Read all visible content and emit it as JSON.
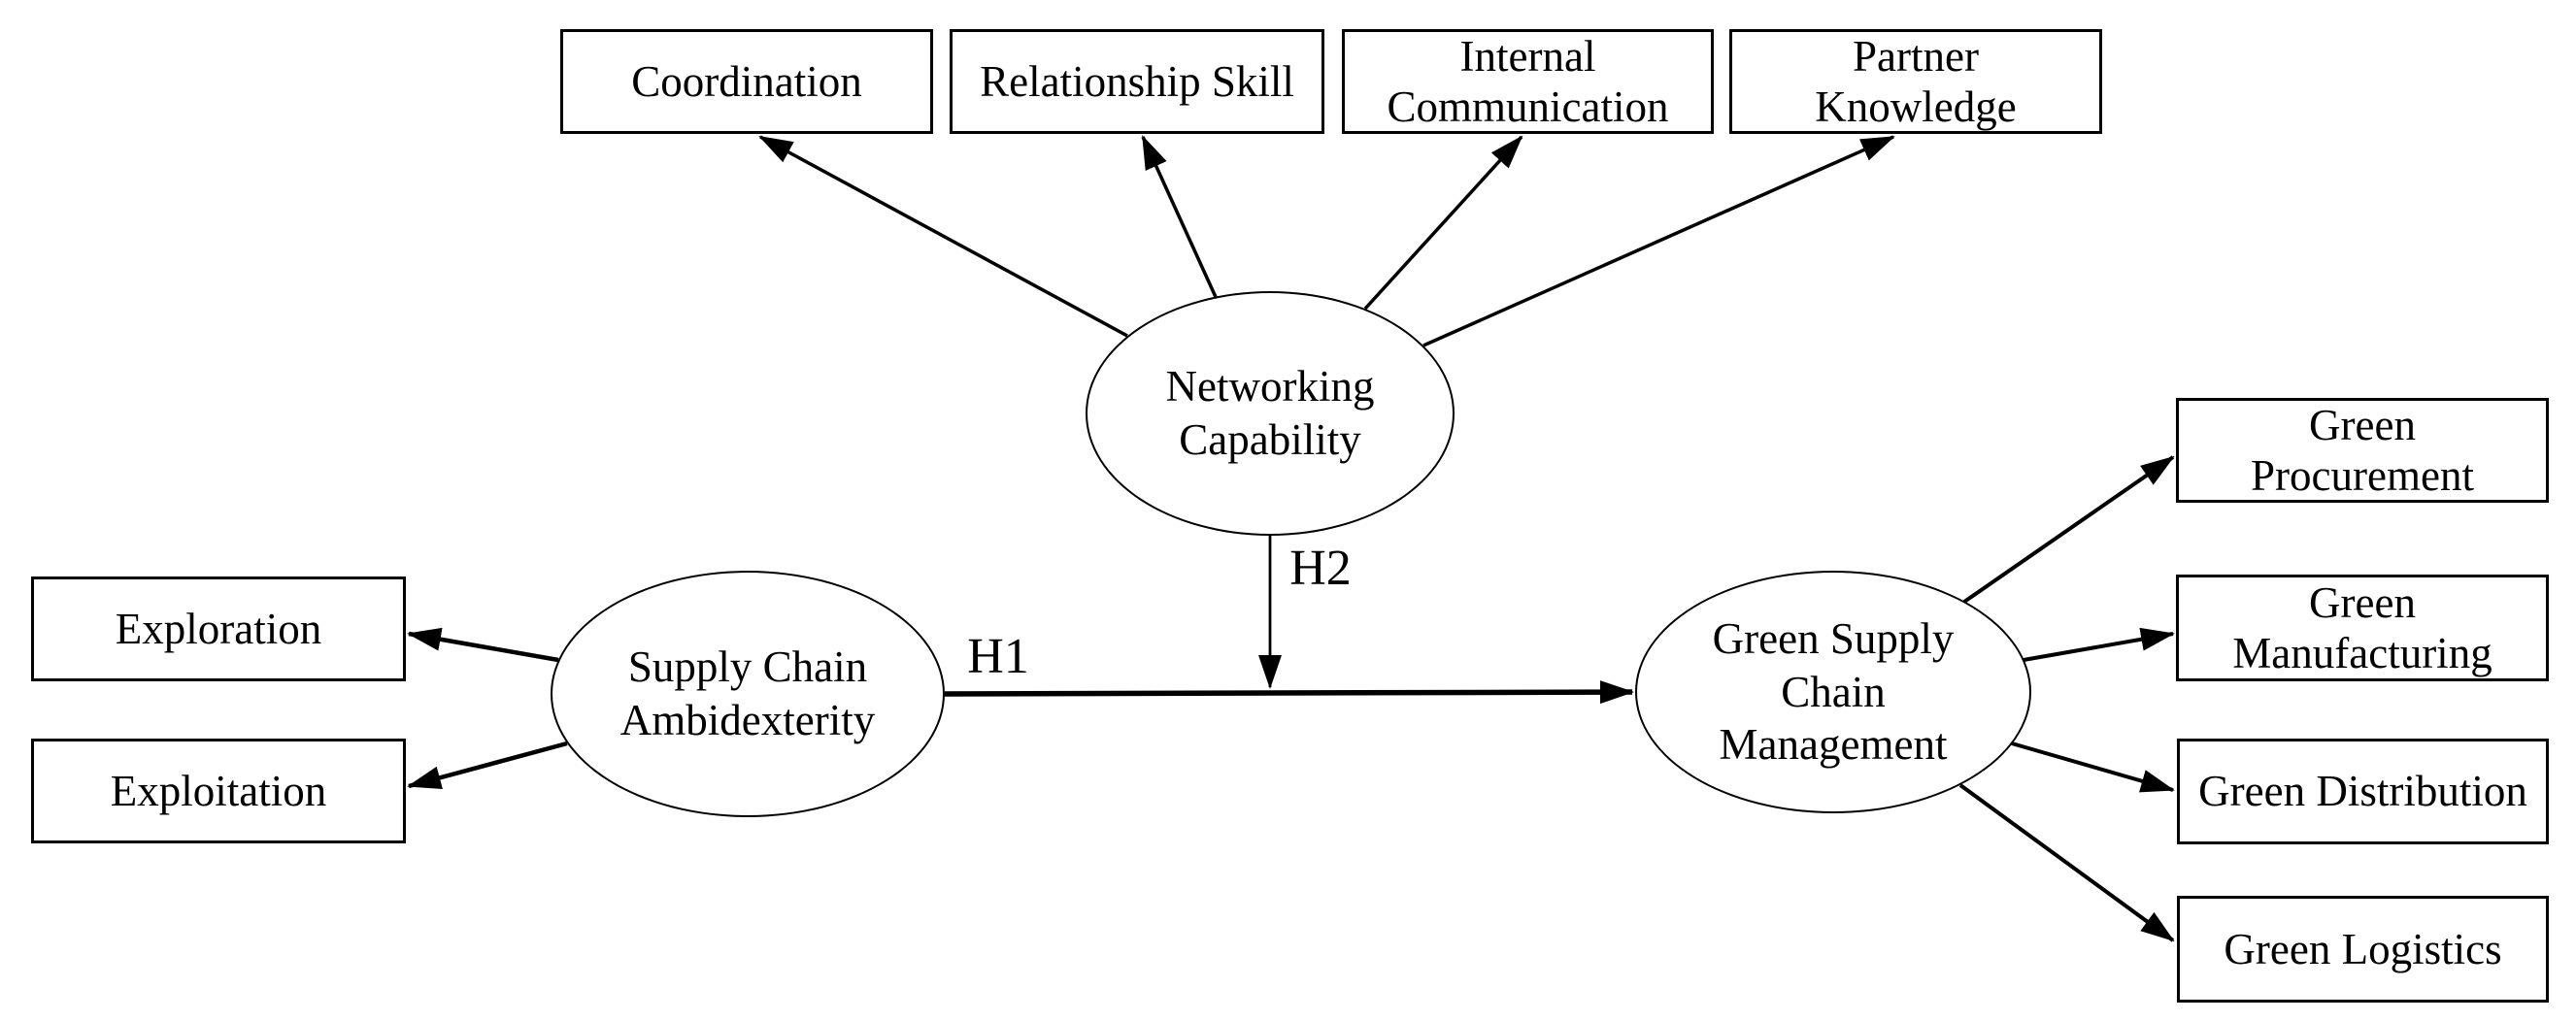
{
  "figure": {
    "type": "structural-model-diagram",
    "colors": {
      "ink": "#000000",
      "paper": "#ffffff"
    }
  },
  "latent_constructs": {
    "networking_capability": {
      "label": "Networking\nCapability",
      "shape": "ellipse"
    },
    "supply_chain_ambidexterity": {
      "label": "Supply Chain\nAmbidexterity",
      "shape": "ellipse"
    },
    "green_supply_chain_management": {
      "label": "Green Supply\nChain\nManagement",
      "shape": "ellipse"
    }
  },
  "indicators": {
    "coordination": {
      "label": "Coordination"
    },
    "relationship_skill": {
      "label": "Relationship Skill"
    },
    "internal_communication": {
      "label": "Internal\nCommunication"
    },
    "partner_knowledge": {
      "label": "Partner\nKnowledge"
    },
    "exploration": {
      "label": "Exploration"
    },
    "exploitation": {
      "label": "Exploitation"
    },
    "green_procurement": {
      "label": "Green\nProcurement"
    },
    "green_manufacturing": {
      "label": "Green\nManufacturing"
    },
    "green_distribution": {
      "label": "Green Distribution"
    },
    "green_logistics": {
      "label": "Green Logistics"
    }
  },
  "paths": {
    "h1": {
      "label": "H1",
      "from": "Supply Chain Ambidexterity",
      "to": "Green Supply Chain Management"
    },
    "h2": {
      "label": "H2",
      "from": "Networking Capability",
      "to": "H1 path (Green Supply Chain Management)"
    }
  },
  "edges": [
    {
      "from": "networking_capability",
      "to": "coordination"
    },
    {
      "from": "networking_capability",
      "to": "relationship_skill"
    },
    {
      "from": "networking_capability",
      "to": "internal_communication"
    },
    {
      "from": "networking_capability",
      "to": "partner_knowledge"
    },
    {
      "from": "supply_chain_ambidexterity",
      "to": "exploration"
    },
    {
      "from": "supply_chain_ambidexterity",
      "to": "exploitation"
    },
    {
      "from": "supply_chain_ambidexterity",
      "to": "green_supply_chain_management",
      "label": "H1"
    },
    {
      "from": "networking_capability",
      "to": "h1_path",
      "label": "H2"
    },
    {
      "from": "green_supply_chain_management",
      "to": "green_procurement"
    },
    {
      "from": "green_supply_chain_management",
      "to": "green_manufacturing"
    },
    {
      "from": "green_supply_chain_management",
      "to": "green_distribution"
    },
    {
      "from": "green_supply_chain_management",
      "to": "green_logistics"
    }
  ]
}
